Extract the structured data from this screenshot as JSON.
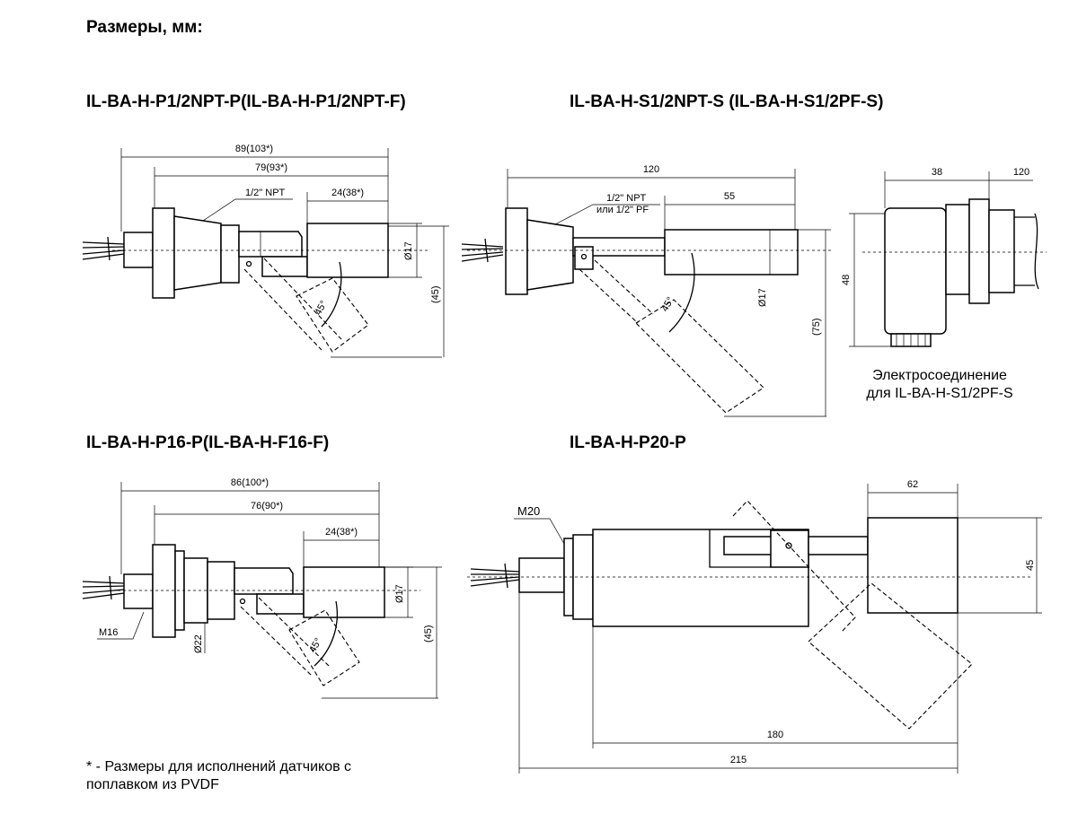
{
  "title": "Размеры, мм:",
  "panels": {
    "p1": {
      "title": "IL-BA-H-P1/2NPT-P(IL-BA-H-P1/2NPT-F)",
      "dims": {
        "overall": "89(103*)",
        "body": "79(93*)",
        "thread": "1/2\" NPT",
        "float_len": "24(38*)",
        "float_dia": "Ø17",
        "drop": "(45)",
        "angle": "45°"
      }
    },
    "p2": {
      "title": "IL-BA-H-S1/2NPT-S (IL-BA-H-S1/2PF-S)",
      "dims": {
        "overall": "120",
        "thread_1": "1/2\" NPT",
        "thread_2": "или 1/2\" PF",
        "float_len": "55",
        "float_dia": "Ø17",
        "drop": "(75)",
        "angle": "45°"
      }
    },
    "connector": {
      "dims": {
        "width": "38",
        "right": "120",
        "height": "48"
      },
      "caption_line1": "Электросоединение",
      "caption_line2": "для IL-BA-H-S1/2PF-S"
    },
    "p3": {
      "title": "IL-BA-H-P16-P(IL-BA-H-F16-F)",
      "dims": {
        "overall": "86(100*)",
        "body": "76(90*)",
        "float_len": "24(38*)",
        "float_dia": "Ø17",
        "thread": "M16",
        "nut_dia": "Ø22",
        "drop": "(45)",
        "angle": "45°"
      }
    },
    "p4": {
      "title": "IL-BA-H-P20-P",
      "dims": {
        "float_len": "62",
        "thread": "M20",
        "float_dia": "45",
        "body": "180",
        "overall": "215"
      }
    }
  },
  "footnote": {
    "line1": "* - Размеры для исполнений датчиков с",
    "line2": "поплавком из PVDF"
  }
}
